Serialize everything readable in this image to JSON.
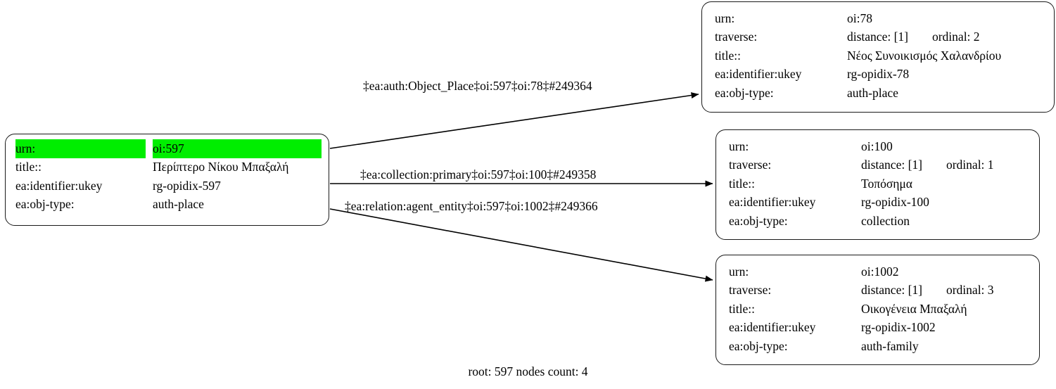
{
  "graph": {
    "caption": "root: 597 nodes count: 4",
    "highlight_color": "#00ee00",
    "root_node": {
      "name": "root-node-oi597",
      "rows": [
        {
          "key": "urn:",
          "value": "oi:597",
          "highlighted": true
        },
        {
          "key": "title::",
          "value": "Περίπτερο Νίκου Μπαξαλή",
          "highlighted": false
        },
        {
          "key": "ea:identifier:ukey",
          "value": "rg-opidix-597",
          "highlighted": false
        },
        {
          "key": "ea:obj-type:",
          "value": "auth-place",
          "highlighted": false
        }
      ]
    },
    "target_nodes": [
      {
        "name": "node-oi78",
        "rows": [
          {
            "key": "urn:",
            "value": "oi:78"
          },
          {
            "key": "traverse:",
            "value": "distance: [1]",
            "value2": "ordinal: 2"
          },
          {
            "key": "title::",
            "value": "Νέος Συνοικισμός Χαλανδρίου"
          },
          {
            "key": "ea:identifier:ukey",
            "value": "rg-opidix-78"
          },
          {
            "key": "ea:obj-type:",
            "value": "auth-place"
          }
        ]
      },
      {
        "name": "node-oi100",
        "rows": [
          {
            "key": "urn:",
            "value": "oi:100"
          },
          {
            "key": "traverse:",
            "value": "distance: [1]",
            "value2": "ordinal: 1"
          },
          {
            "key": "title::",
            "value": "Τοπόσημα"
          },
          {
            "key": "ea:identifier:ukey",
            "value": "rg-opidix-100"
          },
          {
            "key": "ea:obj-type:",
            "value": "collection"
          }
        ]
      },
      {
        "name": "node-oi1002",
        "rows": [
          {
            "key": "urn:",
            "value": "oi:1002"
          },
          {
            "key": "traverse:",
            "value": "distance: [1]",
            "value2": "ordinal: 3"
          },
          {
            "key": "title::",
            "value": "Οικογένεια Μπαξαλή"
          },
          {
            "key": "ea:identifier:ukey",
            "value": "rg-opidix-1002"
          },
          {
            "key": "ea:obj-type:",
            "value": "auth-family"
          }
        ]
      }
    ],
    "edges": [
      {
        "name": "edge-oi597-oi78",
        "label": "‡ea:auth:Object_Place‡oi:597‡oi:78‡#249364"
      },
      {
        "name": "edge-oi597-oi100",
        "label": "‡ea:collection:primary‡oi:597‡oi:100‡#249358"
      },
      {
        "name": "edge-oi597-oi1002",
        "label": "‡ea:relation:agent_entity‡oi:597‡oi:1002‡#249366"
      }
    ]
  }
}
